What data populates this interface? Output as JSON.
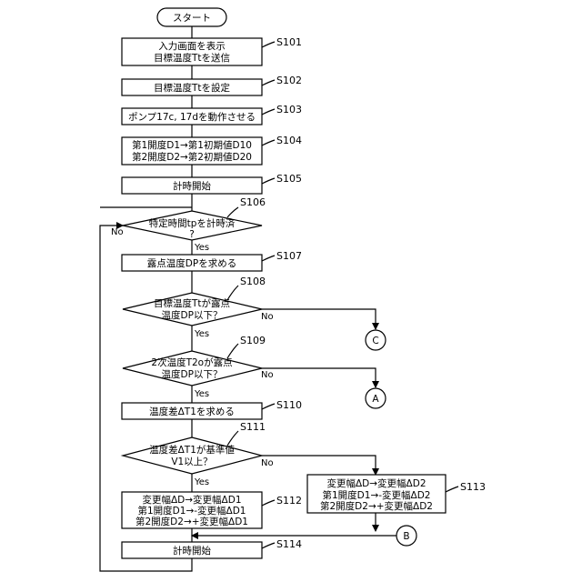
{
  "start": "スタート",
  "steps": {
    "s101": {
      "label": "S101",
      "line1": "入力画面を表示",
      "line2": "目標温度Ttを送信"
    },
    "s102": {
      "label": "S102",
      "line1": "目標温度Ttを設定"
    },
    "s103": {
      "label": "S103",
      "line1": "ポンプ17c, 17dを動作させる"
    },
    "s104": {
      "label": "S104",
      "line1": "第1開度D1→第1初期値D10",
      "line2": "第2開度D2→第2初期値D20"
    },
    "s105": {
      "label": "S105",
      "line1": "計時開始"
    },
    "s106": {
      "label": "S106",
      "line1": "特定時間tpを計時済",
      "line2": "?"
    },
    "s107": {
      "label": "S107",
      "line1": "露点温度DPを求める"
    },
    "s108": {
      "label": "S108",
      "line1": "目標温度Ttが露点",
      "line2": "温度DP以下？"
    },
    "s109": {
      "label": "S109",
      "line1": "2次温度T2oが露点",
      "line2": "温度DP以下？"
    },
    "s110": {
      "label": "S110",
      "line1": "温度差ΔT1を求める"
    },
    "s111": {
      "label": "S111",
      "line1": "温度差ΔT1が基準値",
      "line2": "V1以上？"
    },
    "s112": {
      "label": "S112",
      "line1": "変更幅ΔD→変更幅ΔD1",
      "line2": "第1開度D1→-変更幅ΔD1",
      "line3": "第2開度D2→+変更幅ΔD1"
    },
    "s113": {
      "label": "S113",
      "line1": "変更幅ΔD→変更幅ΔD2",
      "line2": "第1開度D1→-変更幅ΔD2",
      "line3": "第2開度D2→+変更幅ΔD2"
    },
    "s114": {
      "label": "S114",
      "line1": "計時開始"
    }
  },
  "branches": {
    "yes": "Yes",
    "no": "No"
  },
  "connectors": {
    "c": "C",
    "a": "A",
    "b": "B"
  }
}
